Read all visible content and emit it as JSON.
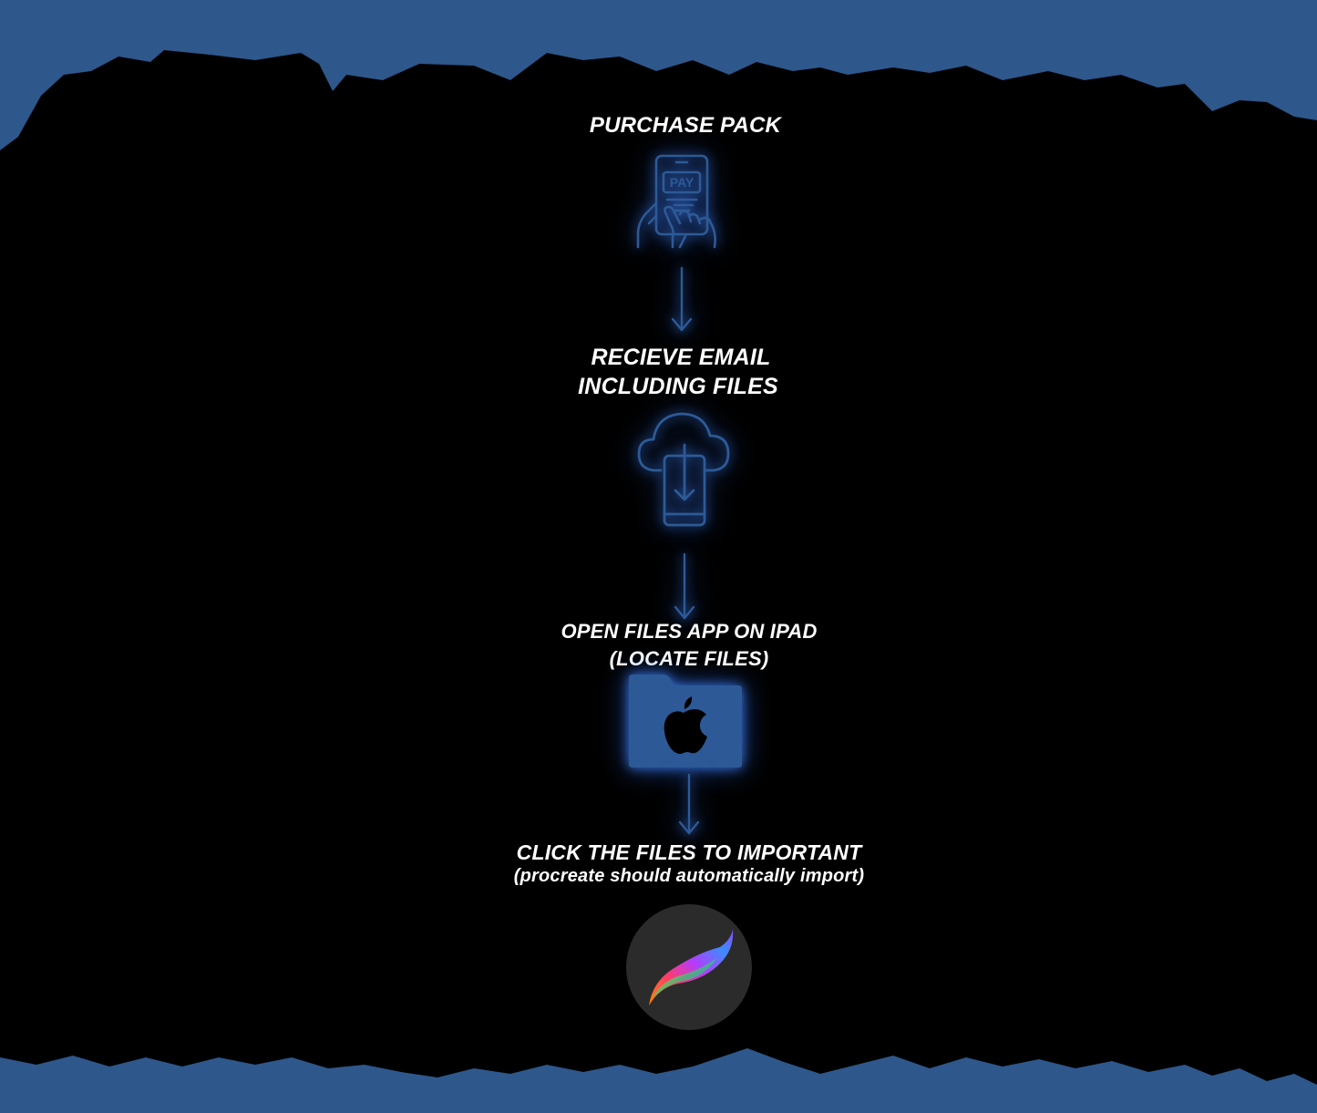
{
  "colors": {
    "background_blue": "#2e578b",
    "panel_black": "#000000",
    "icon_blue": "#2d5a96",
    "glow_blue": "#3c78e6",
    "text_white": "#ffffff",
    "procreate_circle": "#2b2b2b"
  },
  "steps": [
    {
      "title_line1": "PURCHASE PACK",
      "icon": "pay-phone-icon"
    },
    {
      "title_line1": "RECIEVE EMAIL",
      "title_line2": "INCLUDING FILES",
      "icon": "cloud-download-phone-icon"
    },
    {
      "title_line1": "OPEN FILES APP ON IPAD",
      "title_line2": "(LOCATE FILES)",
      "icon": "apple-folder-icon"
    },
    {
      "title_line1": "CLICK THE FILES TO IMPORTANT",
      "title_line2": "(procreate should automatically import)",
      "icon": "procreate-logo-icon"
    }
  ],
  "pay_icon_label": "PAY"
}
